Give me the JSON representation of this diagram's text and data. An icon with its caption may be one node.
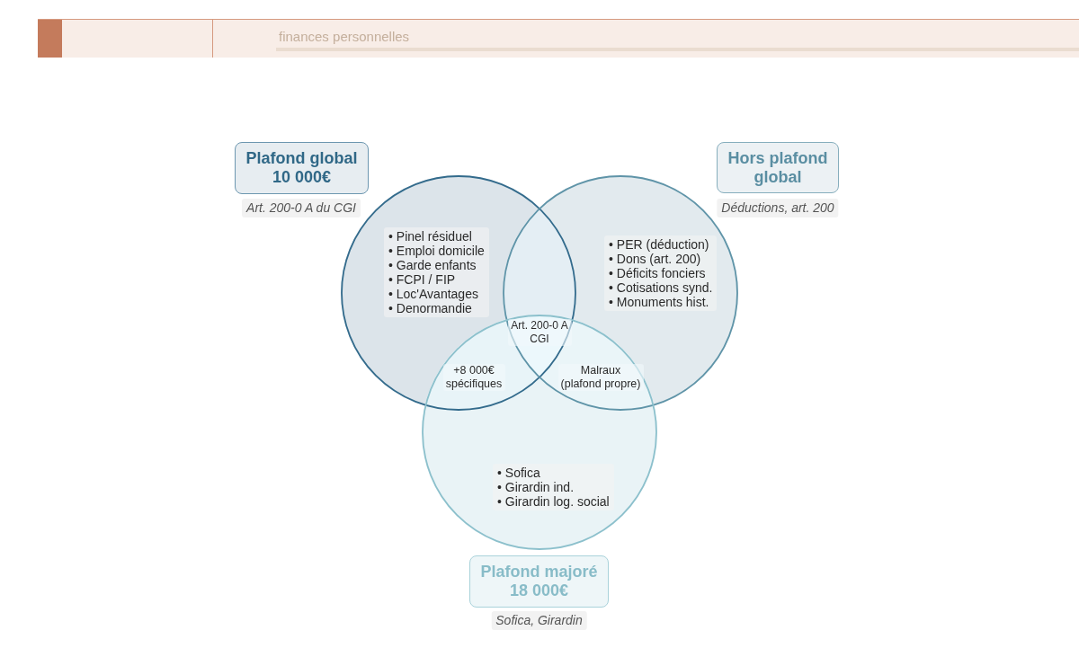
{
  "diagram": {
    "nodes": [
      {
        "text": [
          "Plafond global",
          "10 000€"
        ]
      },
      {
        "text": [
          "Hors plafond global"
        ]
      },
      {
        "text": [
          "• Pinel résiduel",
          "• Emploi domicile",
          "• Garde enfants",
          "• FCPI / FIP",
          "• Loc'Avantages",
          "• Denormandie"
        ]
      },
      {
        "text": [
          "• PER (déduction)",
          "• Dons (art. 200)",
          "• Déficits fonciers",
          "• Cotisations synd.",
          "• Monuments hist."
        ]
      },
      {
        "text": [
          "• Sofica",
          "• Girardin ind.",
          "• Girardin log. social"
        ]
      },
      {
        "text": [
          "Plafond majoré",
          "18 000€"
        ],
        "beside": [
          "Sofica, Girardin"
        ]
      }
    ],
    "labels": [
      "finances personnelles",
      "Art. 200-0 A du CGI",
      "Déductions, art. 200",
      "Art. 200-0 A CGI",
      "+8 000€ spécifiques",
      "Malraux (plafond propre)"
    ]
  }
}
